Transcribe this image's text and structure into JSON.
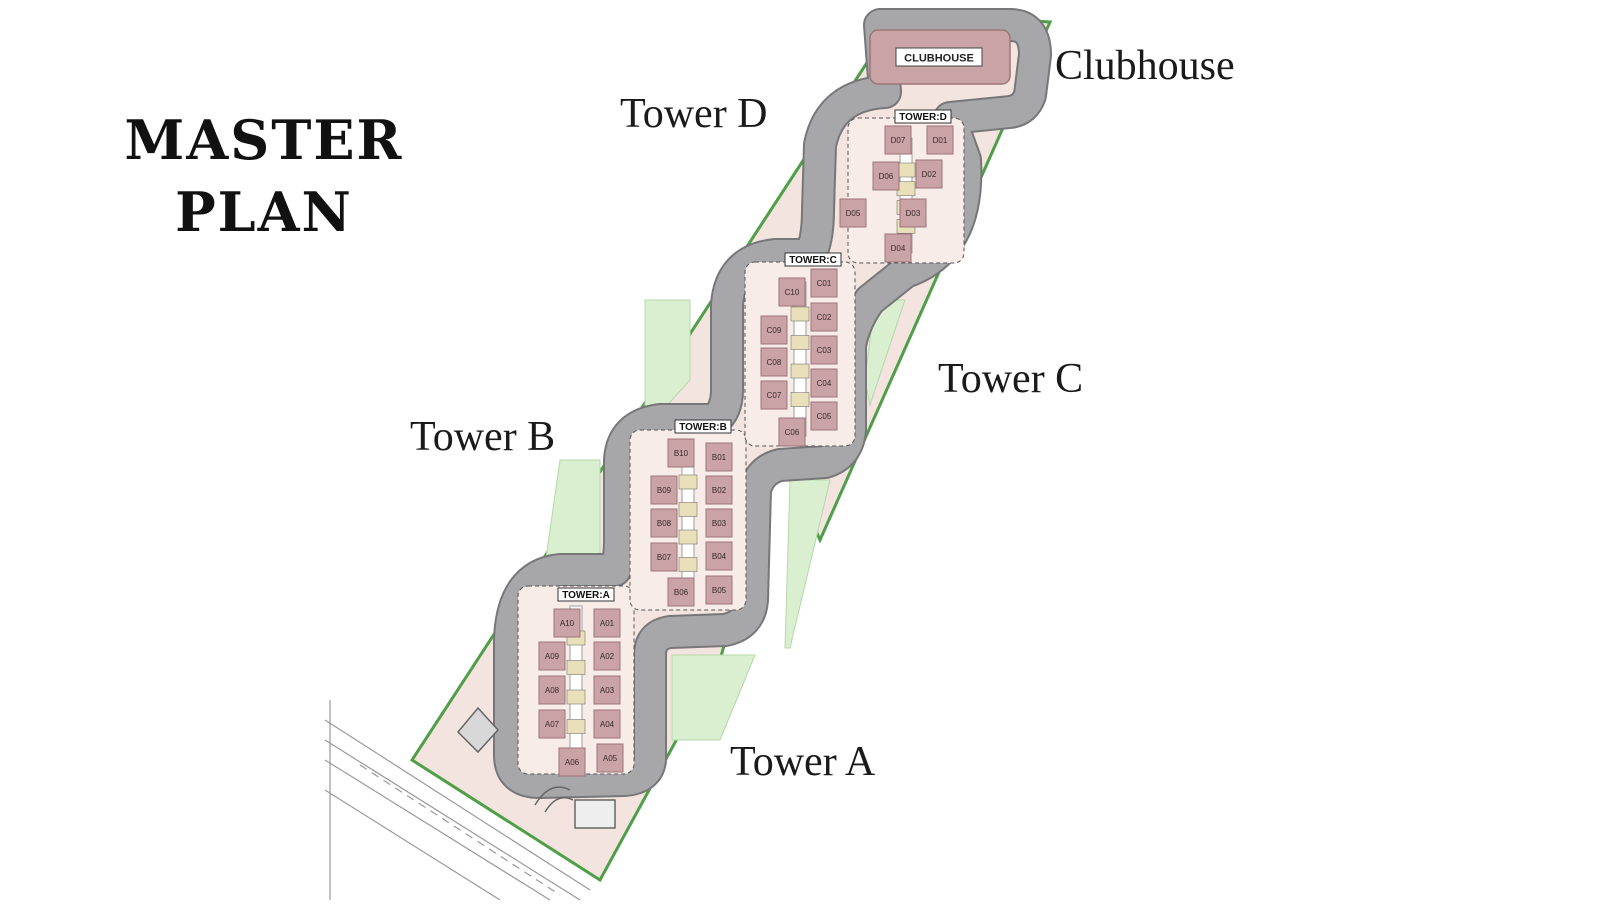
{
  "title": {
    "line1": "MASTER",
    "line2": "PLAN"
  },
  "callouts": {
    "clubhouse": "Clubhouse",
    "tower_a": "Tower A",
    "tower_b": "Tower B",
    "tower_c": "Tower C",
    "tower_d": "Tower D"
  },
  "plan_labels": {
    "clubhouse": "CLUBHOUSE",
    "tower_a": "TOWER:A",
    "tower_b": "TOWER:B",
    "tower_c": "TOWER:C",
    "tower_d": "TOWER:D"
  },
  "units": {
    "tower_a": [
      "A01",
      "A02",
      "A03",
      "A04",
      "A05",
      "A06",
      "A07",
      "A08",
      "A09",
      "A10"
    ],
    "tower_b": [
      "B01",
      "B02",
      "B03",
      "B04",
      "B05",
      "B06",
      "B07",
      "B08",
      "B09",
      "B10"
    ],
    "tower_c": [
      "C01",
      "C02",
      "C03",
      "C04",
      "C05",
      "C06",
      "C07",
      "C08",
      "C09",
      "C10"
    ],
    "tower_d": [
      "D01",
      "D02",
      "D03",
      "D04",
      "D05",
      "D06",
      "D07"
    ]
  },
  "colors": {
    "site_fill": "#f3e4df",
    "site_border": "#4f9e48",
    "green_area": "#d9efcf",
    "road": "#a7a7a9",
    "road_edge": "#77777a",
    "building": "#c9a3a6",
    "building_stroke": "#9e7578",
    "core": "#e9dfb8"
  }
}
